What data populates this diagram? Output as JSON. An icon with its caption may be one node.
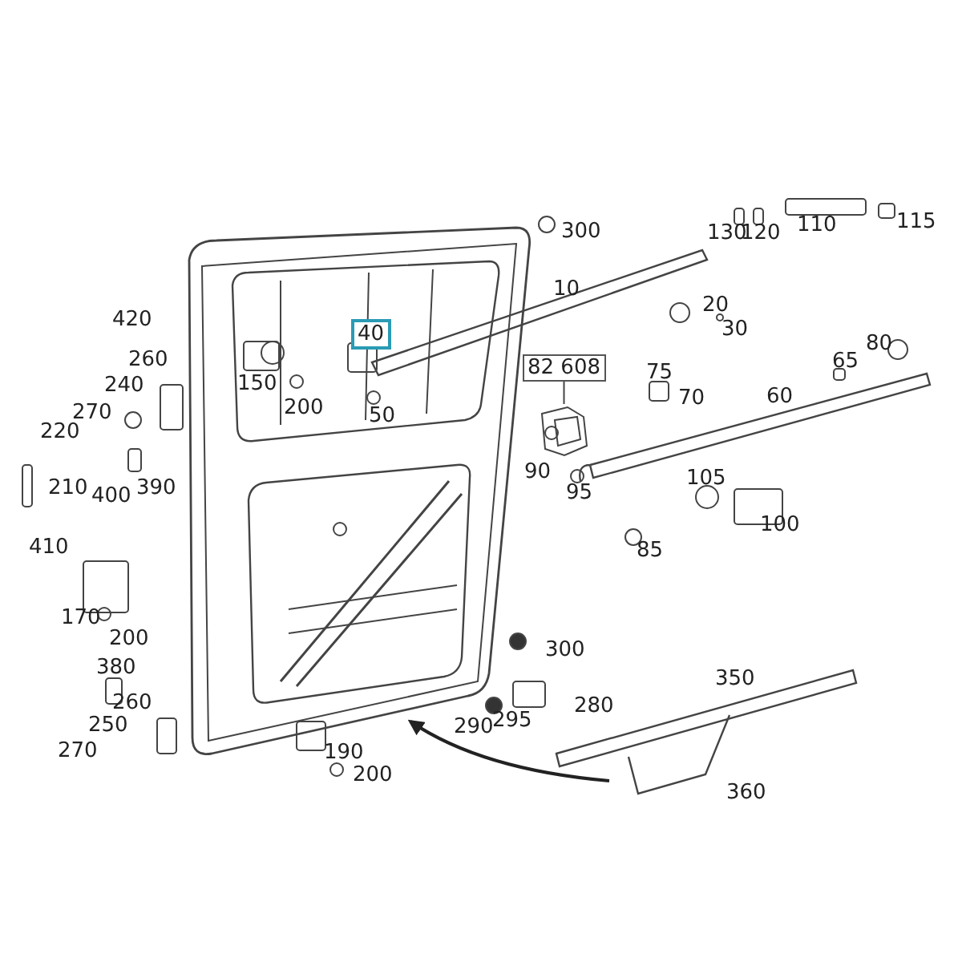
{
  "diagram": {
    "nodes": [
      {
        "text": [
          "40"
        ]
      },
      {
        "text": [
          "82 608"
        ]
      },
      {
        "text": [],
        "shape": "picture"
      }
    ],
    "edges": [
      {
        "from": 1,
        "to": 2,
        "arrow": "none"
      }
    ],
    "labels": [
      "300",
      "130",
      "120",
      "110",
      "115",
      "10",
      "420",
      "20",
      "30",
      "260",
      "150",
      "200",
      "50",
      "240",
      "75",
      "65",
      "80",
      "270",
      "70",
      "60",
      "220",
      "90",
      "95",
      "105",
      "210",
      "400",
      "390",
      "100",
      "410",
      "85",
      "170",
      "200",
      "300",
      "380",
      "350",
      "260",
      "280",
      "250",
      "290",
      "295",
      "270",
      "190",
      "200",
      "360"
    ]
  }
}
